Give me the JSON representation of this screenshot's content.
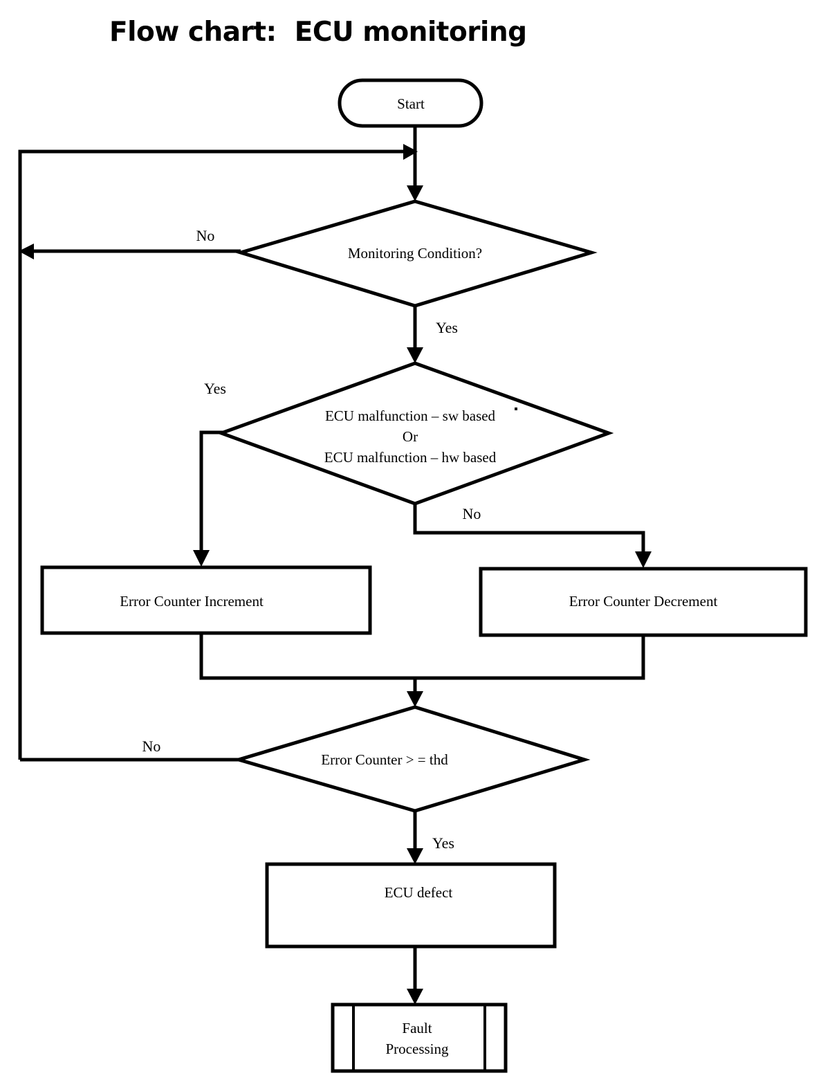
{
  "title": "Flow chart:  ECU monitoring",
  "diagram": {
    "type": "flowchart",
    "nodes": [
      {
        "id": "start",
        "shape": "terminator",
        "label": "Start"
      },
      {
        "id": "mon_cond",
        "shape": "decision",
        "label": "Monitoring Condition?"
      },
      {
        "id": "malf",
        "shape": "decision",
        "line1": "ECU malfunction – sw based",
        "line2": "Or",
        "line3": "ECU malfunction – hw based"
      },
      {
        "id": "inc",
        "shape": "process",
        "label": "Error Counter Increment"
      },
      {
        "id": "dec",
        "shape": "process",
        "label": "Error Counter Decrement"
      },
      {
        "id": "thd",
        "shape": "decision",
        "label": "Error Counter > = thd"
      },
      {
        "id": "defect",
        "shape": "process",
        "label": "ECU defect"
      },
      {
        "id": "fault",
        "shape": "predefined-process",
        "line1": "Fault",
        "line2": "Processing"
      }
    ],
    "edge_labels": {
      "mon_cond_no": "No",
      "mon_cond_yes": "Yes",
      "malf_yes": "Yes",
      "malf_no": "No",
      "thd_no": "No",
      "thd_yes": "Yes"
    },
    "colors": {
      "stroke": "#000000",
      "fill": "#ffffff",
      "text": "#000000"
    }
  }
}
